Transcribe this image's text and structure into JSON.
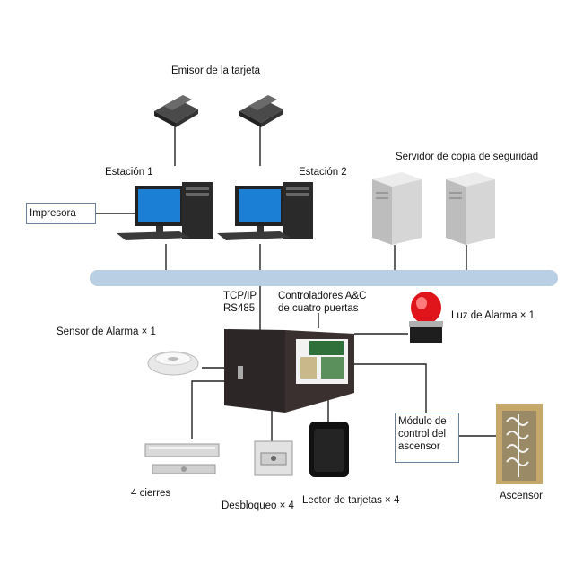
{
  "labels": {
    "card_issuer": "Emisor de la tarjeta",
    "station1": "Estación 1",
    "station2": "Estación 2",
    "backup_server": "Servidor de copia de seguridad",
    "printer": "Impresora",
    "tcpip": "TCP/IP",
    "rs485": "RS485",
    "controllers_line1": "Controladores A&C",
    "controllers_line2": "de cuatro puertas",
    "alarm_light": "Luz de Alarma × 1",
    "alarm_sensor": "Sensor de Alarma × 1",
    "elevator_module_line1": "Módulo de",
    "elevator_module_line2": "control del",
    "elevator_module_line3": "ascensor",
    "locks": "4 cierres",
    "unlock": "Desbloqueo × 4",
    "card_reader": "Lector de tarjetas × 4",
    "elevator": "Ascensor"
  },
  "colors": {
    "bus": "#b9cfe4",
    "line": "#222222",
    "monitor_screen": "#1c7fd6",
    "tower": "#2a2a2a",
    "server": "#d6d6d6",
    "cabinet": "#3a3030",
    "alarm_red": "#e0141b",
    "box_border": "#6a7f9a",
    "door_frame": "#c7a86b"
  },
  "icons": [
    "card-reader-device-icon",
    "desktop-computer-icon",
    "server-tower-icon",
    "alarm-light-icon",
    "smoke-sensor-icon",
    "magnetic-lock-icon",
    "exit-button-icon",
    "rfid-reader-icon",
    "elevator-door-icon",
    "controller-cabinet-icon"
  ]
}
